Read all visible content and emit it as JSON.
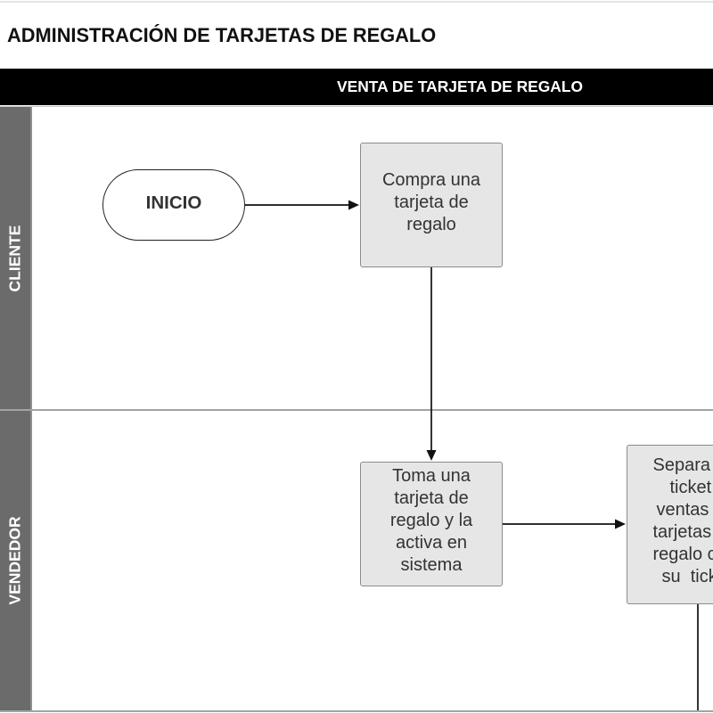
{
  "title": "ADMINISTRACIÓN DE TARJETAS DE REGALO",
  "pool": {
    "header": "VENTA DE TARJETA DE REGALO",
    "lanes": [
      {
        "label": "CLIENTE"
      },
      {
        "label": "VENDEDOR"
      }
    ]
  },
  "nodes": [
    {
      "lane": 0,
      "lines": [
        "INICIO"
      ]
    },
    {
      "lane": 0,
      "lines": [
        "Compra una",
        "tarjeta de",
        "regalo"
      ]
    },
    {
      "lane": 1,
      "lines": [
        "Toma una",
        "tarjeta de",
        "regalo y la",
        "activa en",
        "sistema"
      ]
    },
    {
      "lane": 1,
      "lines": [
        "Separa",
        "ticket",
        "ventas",
        "tarjetas",
        "regalo c",
        "su  tick"
      ]
    }
  ],
  "edges": [
    [
      0,
      1
    ],
    [
      1,
      2
    ],
    [
      2,
      3
    ]
  ],
  "colors": {
    "pool_header_bg": "#000000",
    "lane_label_bg": "#6b6b6b",
    "process_fill": "#e6e6e6",
    "process_border": "#8c8c8c",
    "connector": "#111111"
  }
}
